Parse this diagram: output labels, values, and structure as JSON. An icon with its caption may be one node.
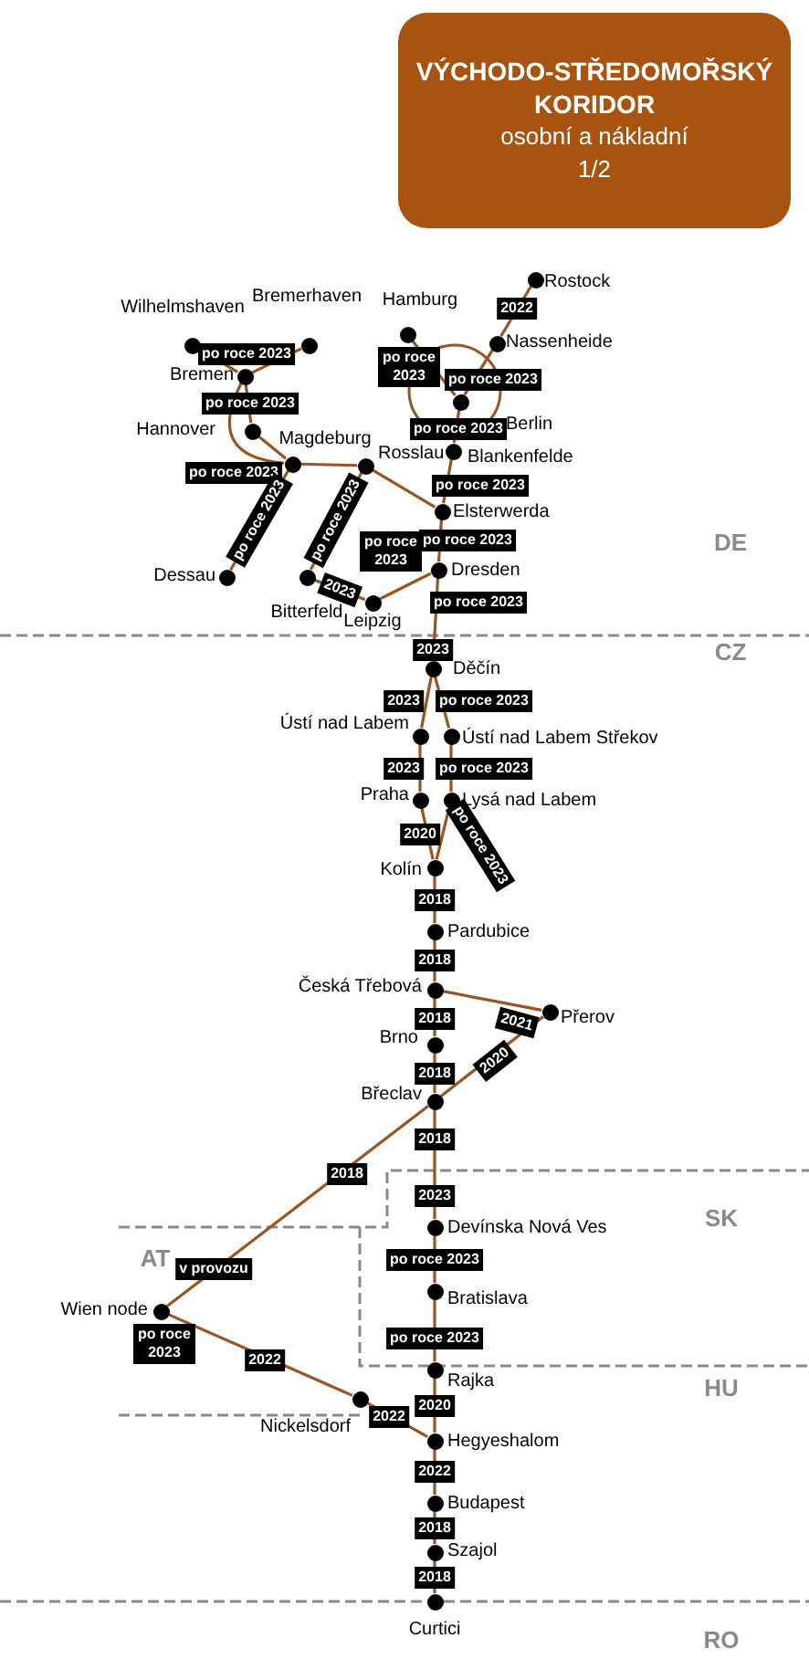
{
  "diagram": {
    "nodes": [
      {
        "text": [
          "VÝCHODO-STŘEDOMOŘSKÝ KORIDOR",
          "osobní a nákladní",
          "1/2"
        ]
      },
      {
        "text": [],
        "shape": "circle",
        "beside": [
          "Wilhelmshaven"
        ]
      },
      {
        "text": [],
        "shape": "circle",
        "beside": [
          "Bremerhaven"
        ]
      },
      {
        "text": [],
        "shape": "circle",
        "beside": [
          "Bremen"
        ]
      },
      {
        "text": [],
        "shape": "circle",
        "beside": [
          "Hannover"
        ]
      },
      {
        "text": [],
        "shape": "circle",
        "beside": [
          "Magdeburg"
        ]
      },
      {
        "text": [],
        "shape": "circle",
        "beside": [
          "Rosslau"
        ]
      },
      {
        "text": [],
        "shape": "circle",
        "beside": [
          "Dessau"
        ]
      },
      {
        "text": [],
        "shape": "circle",
        "beside": [
          "Bitterfeld"
        ]
      },
      {
        "text": [],
        "shape": "circle",
        "beside": [
          "Leipzig"
        ]
      },
      {
        "text": [],
        "shape": "circle",
        "beside": [
          "Hamburg"
        ]
      },
      {
        "text": [],
        "shape": "circle",
        "beside": [
          "Rostock"
        ]
      },
      {
        "text": [],
        "shape": "circle",
        "beside": [
          "Nassenheide"
        ]
      },
      {
        "text": [],
        "shape": "circle",
        "beside": [
          "Berlin"
        ]
      },
      {
        "text": [],
        "shape": "circle",
        "beside": [
          "Blankenfelde"
        ]
      },
      {
        "text": [],
        "shape": "circle",
        "beside": [
          "Elsterwerda"
        ]
      },
      {
        "text": [],
        "shape": "circle",
        "beside": [
          "Dresden"
        ]
      },
      {
        "text": [],
        "shape": "circle",
        "beside": [
          "Děčín"
        ]
      },
      {
        "text": [],
        "shape": "circle",
        "beside": [
          "Ústí nad Labem"
        ]
      },
      {
        "text": [],
        "shape": "circle",
        "beside": [
          "Ústí nad Labem Střekov"
        ]
      },
      {
        "text": [],
        "shape": "circle",
        "beside": [
          "Praha"
        ]
      },
      {
        "text": [],
        "shape": "circle",
        "beside": [
          "Lysá nad Labem"
        ]
      },
      {
        "text": [],
        "shape": "circle",
        "beside": [
          "Kolín"
        ]
      },
      {
        "text": [],
        "shape": "circle",
        "beside": [
          "Pardubice"
        ]
      },
      {
        "text": [],
        "shape": "circle",
        "beside": [
          "Česká Třebová"
        ]
      },
      {
        "text": [],
        "shape": "circle",
        "beside": [
          "Přerov"
        ]
      },
      {
        "text": [],
        "shape": "circle",
        "beside": [
          "Brno"
        ]
      },
      {
        "text": [],
        "shape": "circle",
        "beside": [
          "Břeclav"
        ]
      },
      {
        "text": [],
        "shape": "circle",
        "beside": [
          "Wien node",
          "po roce 2023"
        ]
      },
      {
        "text": [],
        "shape": "circle",
        "beside": [
          "Devínska Nová Ves"
        ]
      },
      {
        "text": [],
        "shape": "circle",
        "beside": [
          "Bratislava"
        ]
      },
      {
        "text": [],
        "shape": "circle",
        "beside": [
          "Nickelsdorf"
        ]
      },
      {
        "text": [],
        "shape": "circle",
        "beside": [
          "Rajka"
        ]
      },
      {
        "text": [],
        "shape": "circle",
        "beside": [
          "Hegyeshalom"
        ]
      },
      {
        "text": [],
        "shape": "circle",
        "beside": [
          "Budapest"
        ]
      },
      {
        "text": [],
        "shape": "circle",
        "beside": [
          "Szajol"
        ]
      },
      {
        "text": [],
        "shape": "circle",
        "beside": [
          "Curtici"
        ]
      }
    ],
    "edges": [
      {
        "from": 1,
        "to": 3,
        "arrow": "none",
        "label": "po roce 2023"
      },
      {
        "from": 2,
        "to": 3,
        "arrow": "none"
      },
      {
        "from": 3,
        "to": 4,
        "arrow": "none",
        "label": "po roce 2023"
      },
      {
        "from": 4,
        "to": 5,
        "arrow": "none",
        "label": "po roce 2023"
      },
      {
        "from": 3,
        "to": 5,
        "arrow": "none"
      },
      {
        "from": 5,
        "to": 6,
        "arrow": "none"
      },
      {
        "from": 5,
        "to": 7,
        "arrow": "none",
        "label": "po roce 2023"
      },
      {
        "from": 6,
        "to": 8,
        "arrow": "none",
        "label": "po roce 2023"
      },
      {
        "from": 8,
        "to": 9,
        "arrow": "none",
        "label": "2023"
      },
      {
        "from": 9,
        "to": 16,
        "arrow": "none",
        "label": "po roce 2023"
      },
      {
        "from": 6,
        "to": 15,
        "arrow": "none"
      },
      {
        "from": 10,
        "to": 13,
        "arrow": "none",
        "label": "po roce 2023"
      },
      {
        "from": 11,
        "to": 12,
        "arrow": "none",
        "label": "2022"
      },
      {
        "from": 12,
        "to": 13,
        "arrow": "none",
        "label": "po roce 2023"
      },
      {
        "from": 13,
        "to": 14,
        "arrow": "none",
        "label": "po roce 2023"
      },
      {
        "from": 14,
        "to": 15,
        "arrow": "none",
        "label": "po roce 2023"
      },
      {
        "from": 15,
        "to": 16,
        "arrow": "none",
        "label": "po roce 2023"
      },
      {
        "from": 16,
        "to": 17,
        "arrow": "none",
        "label": "po roce 2023"
      },
      {
        "from": 17,
        "to": 18,
        "arrow": "none",
        "label": "2023"
      },
      {
        "from": 17,
        "to": 19,
        "arrow": "none",
        "label": "po roce 2023"
      },
      {
        "from": 18,
        "to": 20,
        "arrow": "none",
        "label": "2023"
      },
      {
        "from": 19,
        "to": 21,
        "arrow": "none",
        "label": "po roce 2023"
      },
      {
        "from": 20,
        "to": 22,
        "arrow": "none",
        "label": "2020"
      },
      {
        "from": 21,
        "to": 22,
        "arrow": "none",
        "label": "po roce 2023"
      },
      {
        "from": 22,
        "to": 23,
        "arrow": "none",
        "label": "2018"
      },
      {
        "from": 23,
        "to": 24,
        "arrow": "none",
        "label": "2018"
      },
      {
        "from": 24,
        "to": 25,
        "arrow": "none",
        "label": "2021"
      },
      {
        "from": 24,
        "to": 26,
        "arrow": "none",
        "label": "2018"
      },
      {
        "from": 26,
        "to": 27,
        "arrow": "none",
        "label": "2018"
      },
      {
        "from": 25,
        "to": 27,
        "arrow": "none",
        "label": "2020"
      },
      {
        "from": 27,
        "to": 28,
        "arrow": "none",
        "label": "2018"
      },
      {
        "from": 27,
        "to": 29,
        "arrow": "none",
        "label": "2018"
      },
      {
        "from": 29,
        "to": 30,
        "arrow": "none",
        "label": "po roce 2023"
      },
      {
        "from": 30,
        "to": 32,
        "arrow": "none",
        "label": "po roce 2023"
      },
      {
        "from": 28,
        "to": 31,
        "arrow": "none",
        "label": "2022"
      },
      {
        "from": 31,
        "to": 33,
        "arrow": "none",
        "label": "2022"
      },
      {
        "from": 32,
        "to": 33,
        "arrow": "none",
        "label": "2020"
      },
      {
        "from": 33,
        "to": 34,
        "arrow": "none",
        "label": "2022"
      },
      {
        "from": 34,
        "to": 35,
        "arrow": "none",
        "label": "2018"
      },
      {
        "from": 35,
        "to": 36,
        "arrow": "none",
        "label": "2018"
      }
    ],
    "labels": [
      "DE",
      "2023",
      "CZ",
      "2023",
      "SK",
      "AT",
      "v provozu",
      "HU",
      "RO"
    ]
  }
}
